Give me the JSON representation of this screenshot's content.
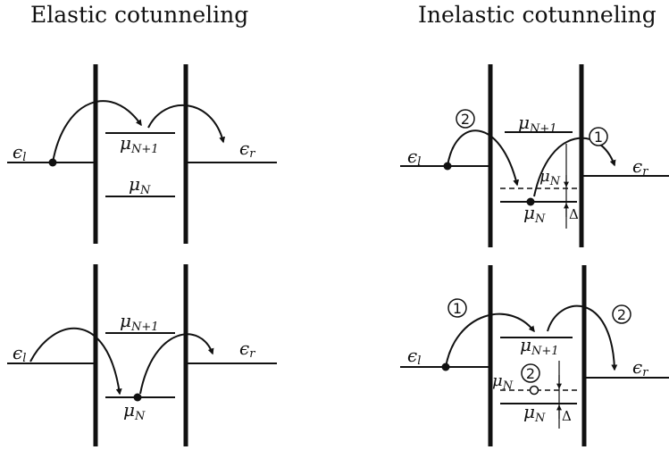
{
  "titles": {
    "elastic": "Elastic cotunneling",
    "inelastic": "Inelastic cotunneling"
  },
  "labels": {
    "eps_l_main": "ϵ",
    "eps_l_sub": "l",
    "eps_r_main": "ϵ",
    "eps_r_sub": "r",
    "mu_main": "μ",
    "sub_N": "N",
    "sub_N1": "N+1",
    "delta": "Δ",
    "step_1": "1",
    "step_2": "2"
  }
}
